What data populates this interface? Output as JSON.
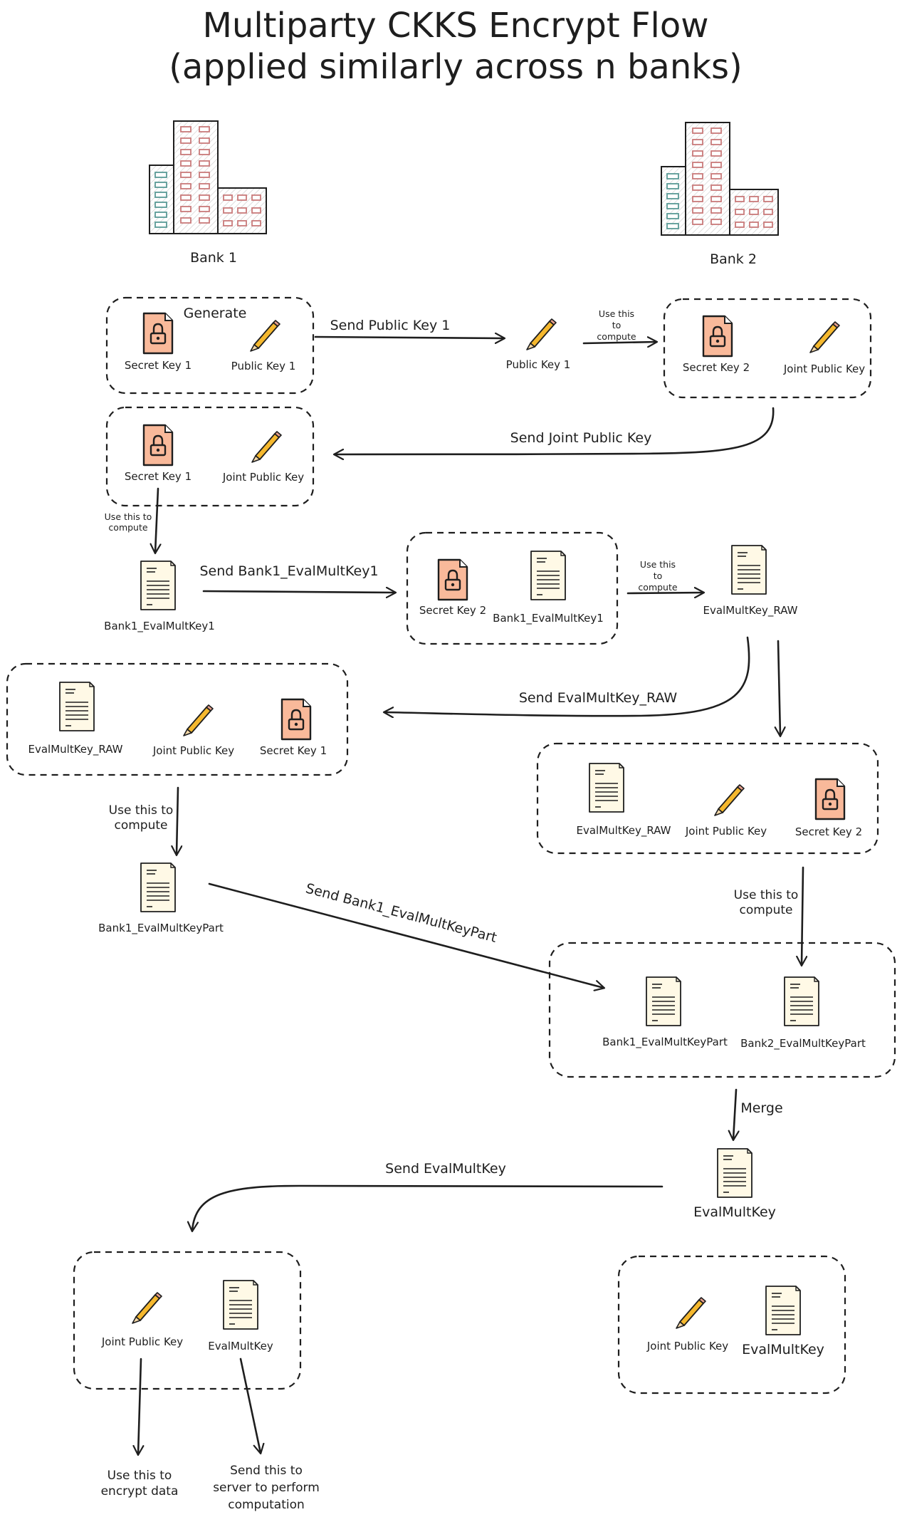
{
  "title": {
    "line1": "Multiparty CKKS Encrypt Flow",
    "line2": "(applied similarly across n banks)"
  },
  "banks": {
    "bank1": "Bank 1",
    "bank2": "Bank 2"
  },
  "labels": {
    "generate": "Generate",
    "secret_key_1": "Secret Key 1",
    "secret_key_2": "Secret Key 2",
    "public_key_1": "Public Key 1",
    "joint_public_key": "Joint Public Key",
    "bank1_evalmultkey1": "Bank1_EvalMultKey1",
    "evalmultkey_raw": "EvalMultKey_RAW",
    "bank1_evalmultkeypart": "Bank1_EvalMultKeyPart",
    "bank2_evalmultkeypart": "Bank2_EvalMultKeyPart",
    "evalmultkey": "EvalMultKey"
  },
  "edges": {
    "send_public_key_1": "Send Public Key 1",
    "send_joint_public_key": "Send Joint Public Key",
    "send_bank1_evalmultkey1": "Send Bank1_EvalMultKey1",
    "send_evalmultkey_raw": "Send EvalMultKey_RAW",
    "send_bank1_evalmultkeypart": "Send Bank1_EvalMultKeyPart",
    "merge": "Merge",
    "send_evalmultkey": "Send EvalMultKey"
  },
  "notes": {
    "use_this_to": "Use this to",
    "use_this": "Use this",
    "to": "to",
    "compute": "compute",
    "encrypt_data": "encrypt data",
    "send_this_to": "Send this to",
    "server_to_perform": "server to perform",
    "computation": "computation"
  },
  "colors": {
    "lock_fill": "#f9b99a",
    "pencil_fill": "#f5b82e",
    "doc_fill": "#fff9e6",
    "window_red": "#c97a7a",
    "window_teal": "#5a9a96",
    "ink": "#1e1e1e"
  }
}
